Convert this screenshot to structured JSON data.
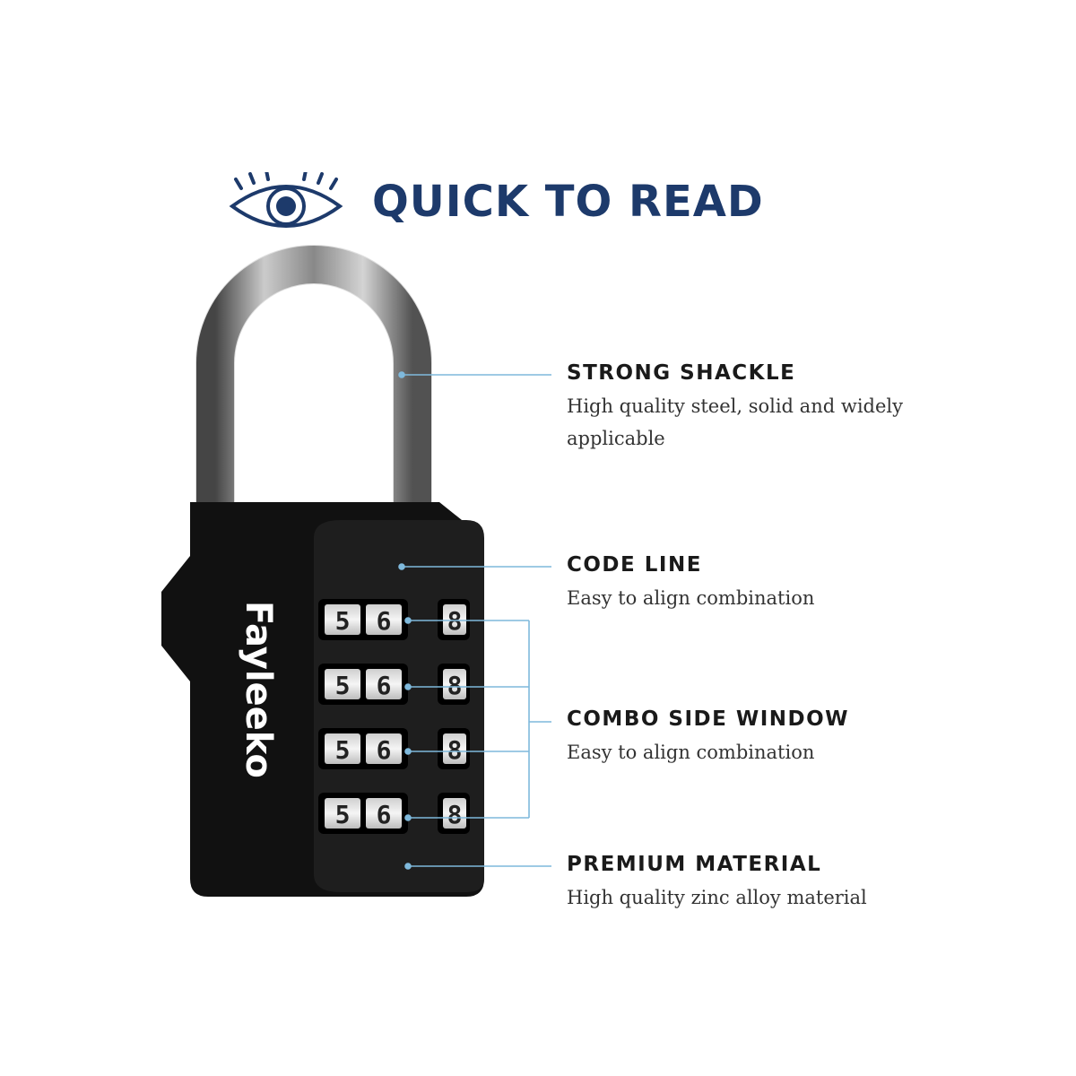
{
  "header": {
    "icon": "eye-icon",
    "title": "QUICK TO READ"
  },
  "product": {
    "brand": "Fayleeko",
    "digits": [
      "5",
      "6",
      "8"
    ]
  },
  "features": [
    {
      "title": "STRONG SHACKLE",
      "desc": "High quality steel, solid and widely applicable"
    },
    {
      "title": "CODE LINE",
      "desc": "Easy to align combination"
    },
    {
      "title": "COMBO SIDE WINDOW",
      "desc": "Easy to align combination"
    },
    {
      "title": "PREMIUM MATERIAL",
      "desc": "High quality zinc alloy material"
    }
  ],
  "colors": {
    "accent": "#1d3a6b",
    "callout_line": "#7fb9dc",
    "lock_body": "#111111"
  }
}
